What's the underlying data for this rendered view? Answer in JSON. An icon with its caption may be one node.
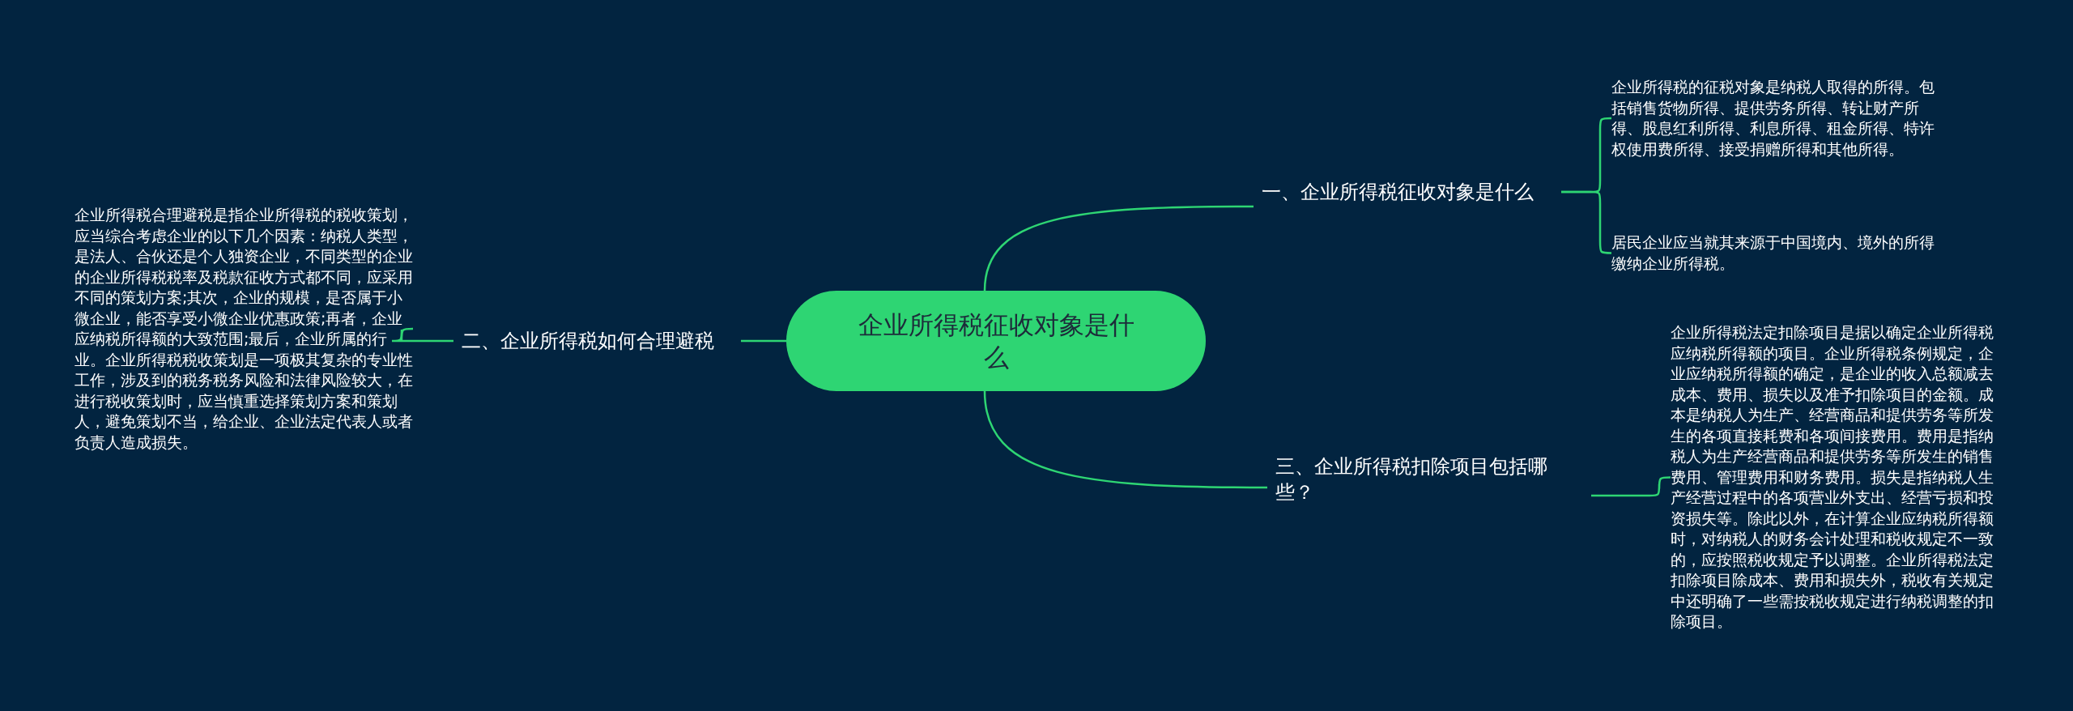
{
  "diagram": {
    "nodes": [
      {
        "text": [
          "企业所得税征收对象是什么"
        ]
      },
      {
        "text": [
          "一、企业所得税征收对象是什么"
        ]
      },
      {
        "text": [
          "二、企业所得税如何合理避税"
        ]
      },
      {
        "text": [
          "三、企业所得税扣除项目包括哪些？"
        ]
      },
      {
        "text": [
          "企业所得税的征税对象是纳税人取得的所得。包括销售货物所得、提供劳务所得、转让财产所得、股息红利所得、利息所得、租金所得、特许权使用费所得、接受捐赠所得和其他所得。"
        ]
      },
      {
        "text": [
          "居民企业应当就其来源于中国境内、境外的所得缴纳企业所得税。"
        ]
      },
      {
        "text": [
          "企业所得税合理避税是指企业所得税的税收策划，应当综合考虑企业的以下几个因素：纳税人类型，是法人、合伙还是个人独资企业，不同类型的企业的企业所得税税率及税款征收方式都不同，应采用不同的策划方案;其次，企业的规模，是否属于小微企业，能否享受小微企业优惠政策;再者，企业应纳税所得额的大致范围;最后，企业所属的行业。企业所得税税收策划是一项极其复杂的专业性工作，涉及到的税务税务风险和法律风险较大，在进行税收策划时，应当慎重选择策划方案和策划人，避免策划不当，给企业、企业法定代表人或者负责人造成损失。"
        ]
      },
      {
        "text": [
          "企业所得税法定扣除项目是据以确定企业所得税应纳税所得额的项目。企业所得税条例规定，企业应纳税所得额的确定，是企业的收入总额减去成本、费用、损失以及准予扣除项目的金额。成本是纳税人为生产、经营商品和提供劳务等所发生的各项直接耗费和各项间接费用。费用是指纳税人为生产经营商品和提供劳务等所发生的销售费用、管理费用和财务费用。损失是指纳税人生产经营过程中的各项营业外支出、经营亏损和投资损失等。除此以外，在计算企业应纳税所得额时，对纳税人的财务会计处理和税收规定不一致的，应按照税收规定予以调整。企业所得税法定扣除项目除成本、费用和损失外，税收有关规定中还明确了一些需按税收规定进行纳税调整的扣除项目。"
        ]
      }
    ],
    "edges": [
      {
        "from": 0,
        "to": 1,
        "arrow": "none"
      },
      {
        "from": 0,
        "to": 2,
        "arrow": "none"
      },
      {
        "from": 0,
        "to": 3,
        "arrow": "none"
      },
      {
        "from": 1,
        "to": 4,
        "arrow": "none"
      },
      {
        "from": 1,
        "to": 5,
        "arrow": "none"
      },
      {
        "from": 2,
        "to": 6,
        "arrow": "none"
      },
      {
        "from": 3,
        "to": 7,
        "arrow": "none"
      }
    ]
  }
}
